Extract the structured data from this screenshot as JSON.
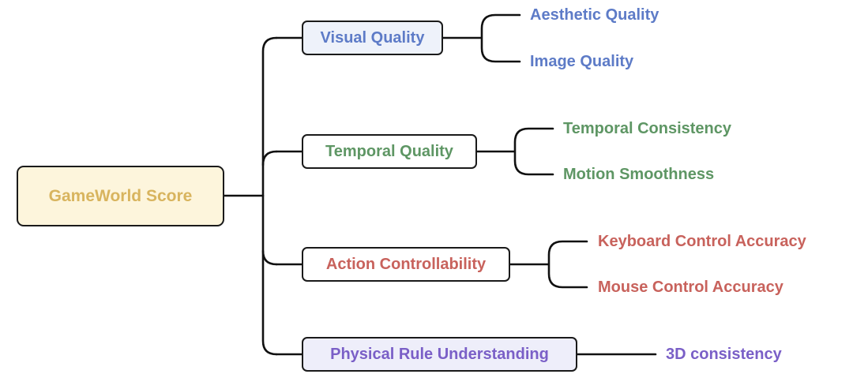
{
  "root": {
    "label": "GameWorld Score",
    "color": "#d8b45e",
    "fill": "#fdf5dc"
  },
  "categories": [
    {
      "label": "Visual Quality",
      "color": "#5d7bc7",
      "fill": "#eef2fa",
      "children": [
        "Aesthetic Quality",
        "Image Quality"
      ]
    },
    {
      "label": "Temporal Quality",
      "color": "#5e9664",
      "fill": "#ffffff",
      "children": [
        "Temporal Consistency",
        "Motion Smoothness"
      ]
    },
    {
      "label": "Action Controllability",
      "color": "#c8625c",
      "fill": "#ffffff",
      "children": [
        "Keyboard Control Accuracy",
        "Mouse Control Accuracy"
      ]
    },
    {
      "label": "Physical Rule Understanding",
      "color": "#7a5fc7",
      "fill": "#eeeefa",
      "children": [
        "3D consistency"
      ]
    }
  ]
}
